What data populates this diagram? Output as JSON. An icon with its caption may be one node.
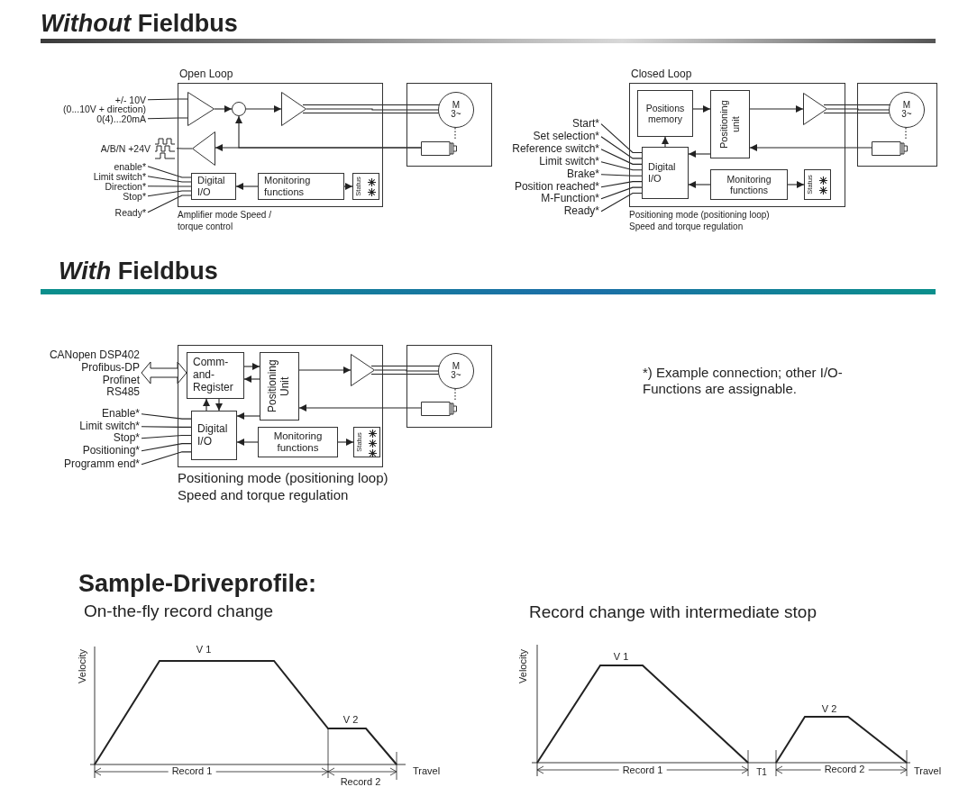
{
  "diagram": {
    "nodes": [
      {
        "text": [
          "Open Loop"
        ],
        "beside": [
          "Amplifier mode Speed / torque control"
        ]
      },
      {
        "text": [],
        "shape": "triangle",
        "in": 0
      },
      {
        "text": [],
        "shape": "circle",
        "in": 0
      },
      {
        "text": [],
        "shape": "triangle",
        "in": 0
      },
      {
        "text": [],
        "shape": "triangle",
        "in": 0
      },
      {
        "text": [
          "Digital I/O"
        ],
        "in": 0
      },
      {
        "text": [
          "Monitoring functions"
        ],
        "in": 0
      },
      {
        "text": [
          "Status"
        ],
        "in": 0
      },
      {
        "text": [],
        "shape": "box"
      },
      {
        "text": [
          "M 3~"
        ],
        "in": 8
      },
      {
        "text": [],
        "shape": "cylinder",
        "in": 8
      },
      {
        "text": [
          "+/- 10V"
        ]
      },
      {
        "text": [
          "0(4)...20mA"
        ]
      },
      {
        "text": [
          "A/B/N +24V"
        ]
      },
      {
        "text": [
          "enable*"
        ]
      },
      {
        "text": [
          "Limit switch*"
        ]
      },
      {
        "text": [
          "Direction*"
        ]
      },
      {
        "text": [
          "Stop*"
        ]
      },
      {
        "text": [
          "Ready*"
        ]
      },
      {
        "text": [
          "Closed Loop"
        ],
        "beside": [
          "Positioning mode (positioning loop) Speed and torque regulation"
        ]
      },
      {
        "text": [
          "Positions memory"
        ],
        "in": 19
      },
      {
        "text": [
          "Positioning unit"
        ],
        "in": 19
      },
      {
        "text": [],
        "shape": "triangle",
        "in": 19
      },
      {
        "text": [
          "Digital I/O"
        ],
        "in": 19
      },
      {
        "text": [
          "Monitoring functions"
        ],
        "in": 19
      },
      {
        "text": [
          "Status"
        ],
        "in": 19
      },
      {
        "text": [],
        "shape": "box"
      },
      {
        "text": [
          "M 3~"
        ],
        "in": 26
      },
      {
        "text": [],
        "shape": "cylinder",
        "in": 26
      },
      {
        "text": [
          "Start*"
        ]
      },
      {
        "text": [
          "Set selection*"
        ]
      },
      {
        "text": [
          "Reference switch*"
        ]
      },
      {
        "text": [
          "Limit switch*"
        ]
      },
      {
        "text": [
          "Brake*"
        ]
      },
      {
        "text": [
          "Position reached*"
        ]
      },
      {
        "text": [
          "M-Function*"
        ]
      },
      {
        "text": [
          "Ready*"
        ]
      },
      {
        "text": [],
        "shape": "box",
        "beside": [
          "Positioning mode (positioning loop) Speed and torque regulation"
        ]
      },
      {
        "text": [
          "Comm- and- Register"
        ],
        "in": 37
      },
      {
        "text": [
          "Positioning Unit"
        ],
        "in": 37
      },
      {
        "text": [],
        "shape": "triangle",
        "in": 37
      },
      {
        "text": [
          "Digital I/O"
        ],
        "in": 37
      },
      {
        "text": [
          "Monitoring functions"
        ],
        "in": 37
      },
      {
        "text": [
          "Status"
        ],
        "in": 37
      },
      {
        "text": [],
        "shape": "box"
      },
      {
        "text": [
          "M 3~"
        ],
        "in": 44
      },
      {
        "text": [],
        "shape": "cylinder",
        "in": 44
      },
      {
        "text": [
          "CANopen DSP402",
          "Profibus-DP",
          "Profinet",
          "RS485"
        ]
      },
      {
        "text": [
          "Enable*"
        ]
      },
      {
        "text": [
          "Limit switch*"
        ]
      },
      {
        "text": [
          "Stop*"
        ]
      },
      {
        "text": [
          "Positioning*"
        ]
      },
      {
        "text": [
          "Programm end*"
        ]
      }
    ],
    "edges": [
      {
        "from": 1,
        "to": 2,
        "arrow": "to"
      },
      {
        "from": 2,
        "to": 3,
        "arrow": "to"
      },
      {
        "from": 3,
        "to": 9,
        "arrow": "none"
      },
      {
        "from": 10,
        "to": 4,
        "arrow": "to"
      },
      {
        "from": 10,
        "to": 2,
        "arrow": "to"
      },
      {
        "from": 6,
        "to": 5,
        "arrow": "to"
      },
      {
        "from": 6,
        "to": 7,
        "arrow": "to"
      },
      {
        "from": 9,
        "to": 10,
        "arrow": "none",
        "style": "dashed"
      },
      {
        "from": 11,
        "to": 1,
        "arrow": "none"
      },
      {
        "from": 12,
        "to": 1,
        "arrow": "none"
      },
      {
        "from": 13,
        "to": 4,
        "arrow": "none"
      },
      {
        "from": 14,
        "to": 5,
        "arrow": "none"
      },
      {
        "from": 15,
        "to": 5,
        "arrow": "none"
      },
      {
        "from": 16,
        "to": 5,
        "arrow": "none"
      },
      {
        "from": 17,
        "to": 5,
        "arrow": "none"
      },
      {
        "from": 18,
        "to": 5,
        "arrow": "none"
      },
      {
        "from": 20,
        "to": 21,
        "arrow": "to"
      },
      {
        "from": 21,
        "to": 22,
        "arrow": "to"
      },
      {
        "from": 22,
        "to": 27,
        "arrow": "none"
      },
      {
        "from": 28,
        "to": 21,
        "arrow": "to"
      },
      {
        "from": 21,
        "to": 23,
        "arrow": "to"
      },
      {
        "from": 23,
        "to": 20,
        "arrow": "to"
      },
      {
        "from": 24,
        "to": 23,
        "arrow": "to"
      },
      {
        "from": 24,
        "to": 25,
        "arrow": "to"
      },
      {
        "from": 27,
        "to": 28,
        "arrow": "none",
        "style": "dashed"
      },
      {
        "from": 29,
        "to": 23,
        "arrow": "none"
      },
      {
        "from": 30,
        "to": 23,
        "arrow": "none"
      },
      {
        "from": 31,
        "to": 23,
        "arrow": "none"
      },
      {
        "from": 32,
        "to": 23,
        "arrow": "none"
      },
      {
        "from": 33,
        "to": 23,
        "arrow": "none"
      },
      {
        "from": 34,
        "to": 23,
        "arrow": "none"
      },
      {
        "from": 35,
        "to": 23,
        "arrow": "none"
      },
      {
        "from": 36,
        "to": 23,
        "arrow": "none"
      },
      {
        "from": 47,
        "to": 38,
        "arrow": "both",
        "style": "thick"
      },
      {
        "from": 38,
        "to": 39,
        "arrow": "to"
      },
      {
        "from": 39,
        "to": 38,
        "arrow": "to"
      },
      {
        "from": 41,
        "to": 38,
        "arrow": "to"
      },
      {
        "from": 38,
        "to": 41,
        "arrow": "to"
      },
      {
        "from": 39,
        "to": 40,
        "arrow": "to"
      },
      {
        "from": 40,
        "to": 45,
        "arrow": "none"
      },
      {
        "from": 46,
        "to": 39,
        "arrow": "to"
      },
      {
        "from": 39,
        "to": 41,
        "arrow": "to"
      },
      {
        "from": 42,
        "to": 41,
        "arrow": "to"
      },
      {
        "from": 42,
        "to": 43,
        "arrow": "to"
      },
      {
        "from": 45,
        "to": 46,
        "arrow": "none",
        "style": "dashed"
      },
      {
        "from": 48,
        "to": 41,
        "arrow": "none"
      },
      {
        "from": 49,
        "to": 41,
        "arrow": "none"
      },
      {
        "from": 50,
        "to": 41,
        "arrow": "none"
      },
      {
        "from": 51,
        "to": 41,
        "arrow": "none"
      },
      {
        "from": 52,
        "to": 41,
        "arrow": "none"
      }
    ],
    "labels": [
      "*Without* Fieldbus",
      "(0...10V + direction)",
      "*With* Fieldbus",
      "*) Example connection; other I/O-Functions are assignable.",
      "Sample-Driveprofile:",
      "On-the-fly record change",
      "Record change with intermediate stop",
      "Velocity",
      "V 1",
      "V 2",
      "Record 1",
      "Record 2",
      "Travel",
      "Velocity",
      "V 1",
      "V 2",
      "Record 1",
      "T1",
      "Record 2",
      "Travel"
    ]
  }
}
